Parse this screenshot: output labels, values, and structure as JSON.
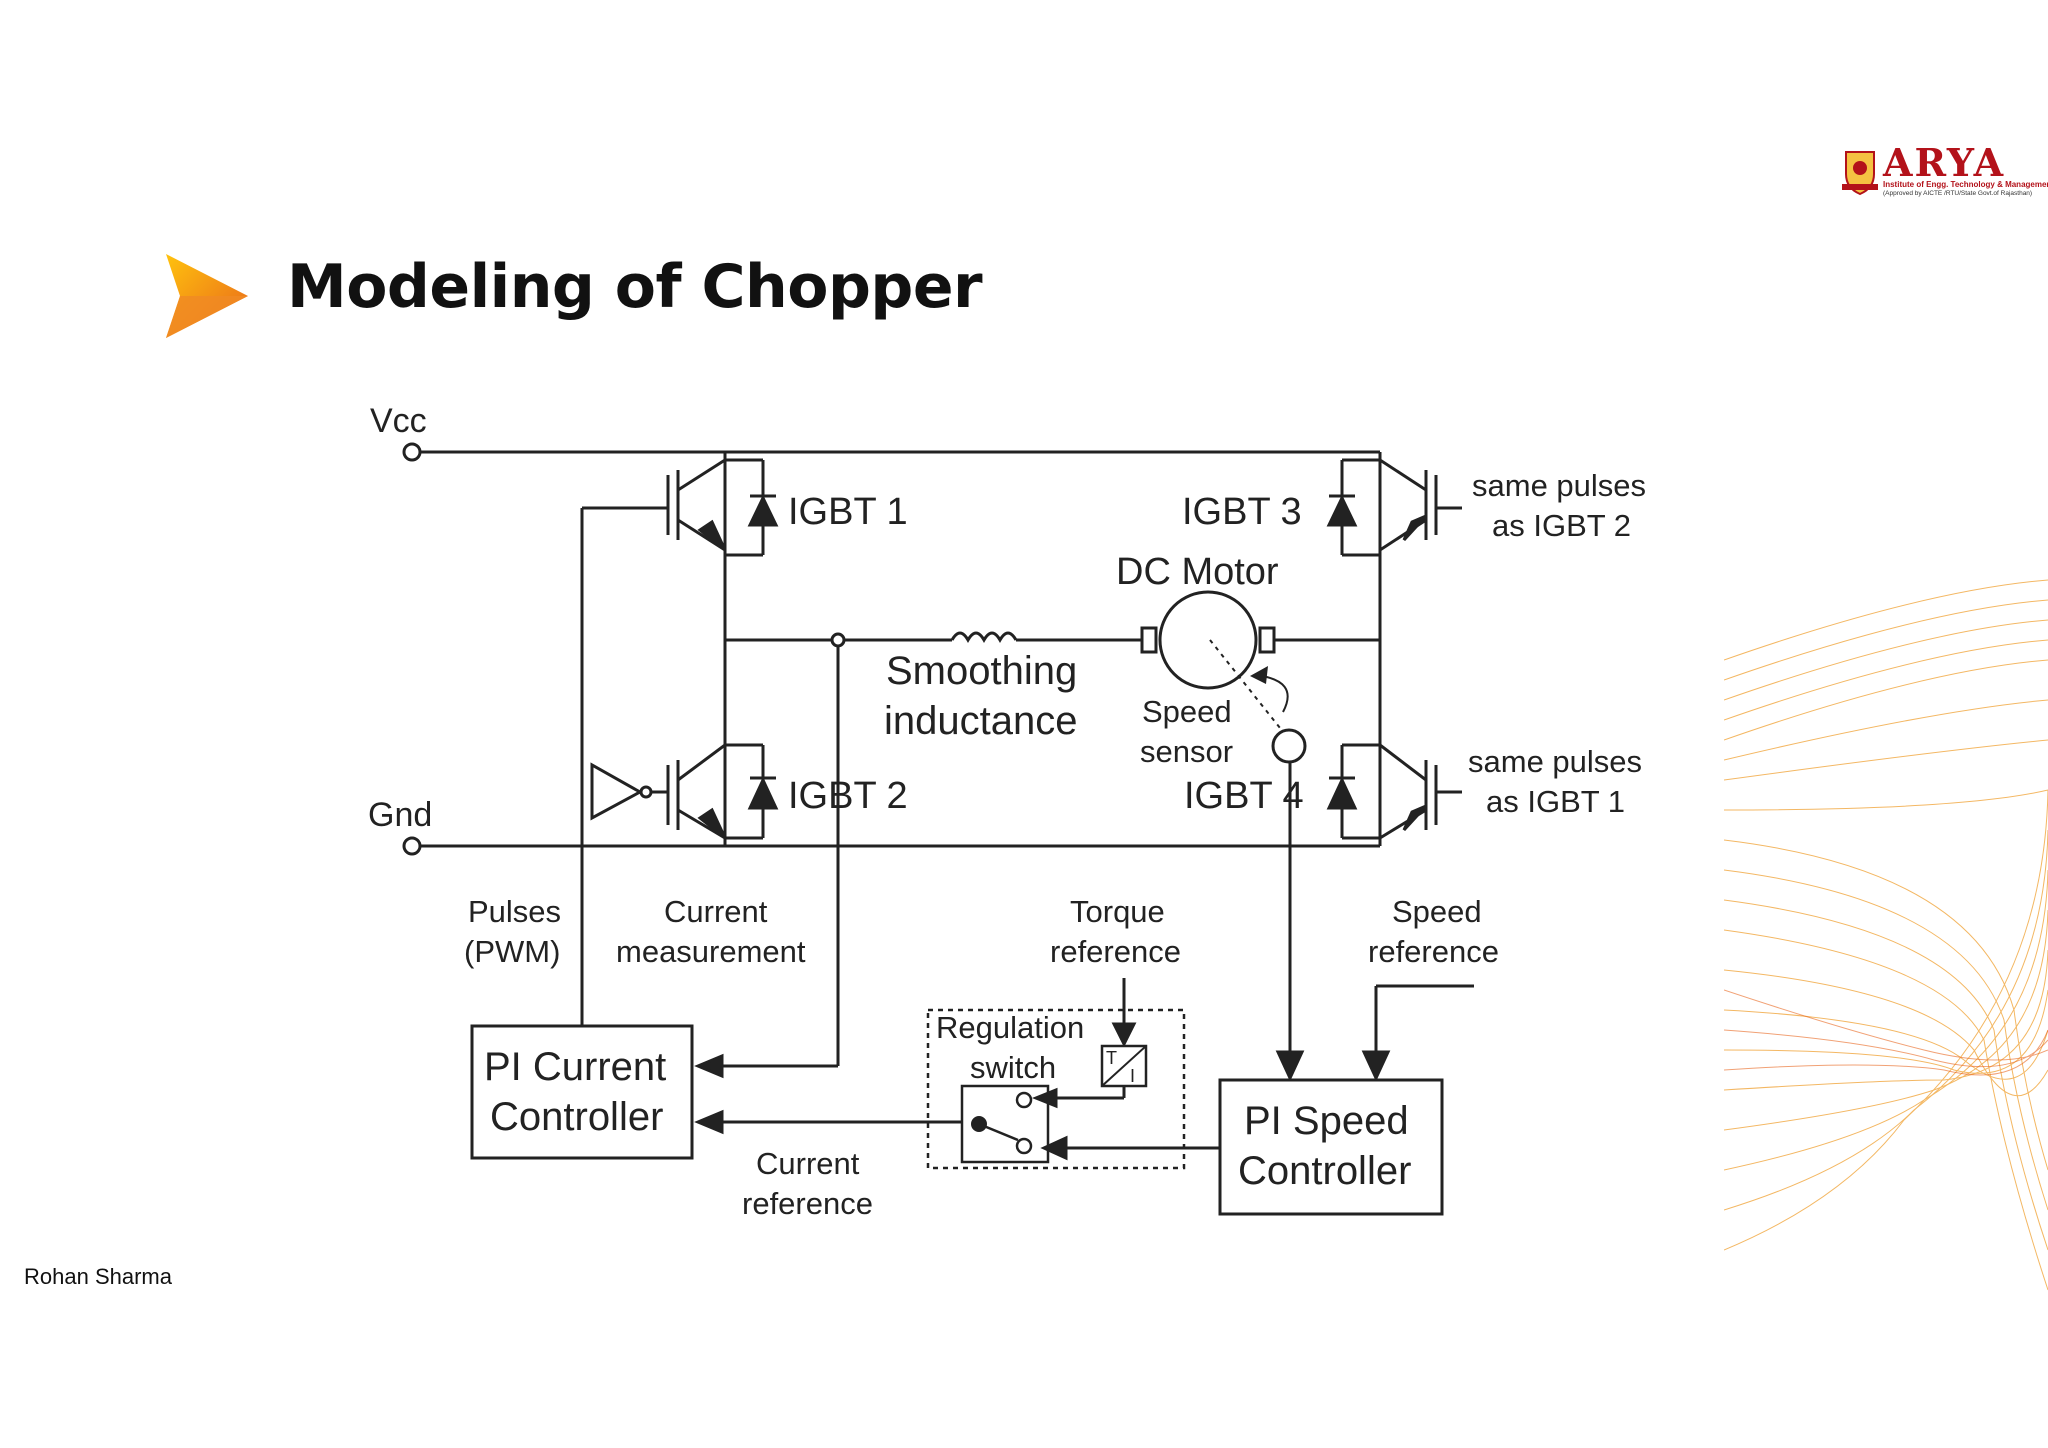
{
  "slide": {
    "title": "Modeling of Chopper",
    "footer": "Rohan Sharma"
  },
  "logo": {
    "name": "ARYA",
    "line1": "Institute of Engg. Technology & Management",
    "line2": "(Approved by AICTE /RTU/State Govt.of Rajasthan)"
  },
  "diagram": {
    "vcc": "Vcc",
    "gnd": "Gnd",
    "igbt1": "IGBT 1",
    "igbt2": "IGBT 2",
    "igbt3": "IGBT 3",
    "igbt4": "IGBT 4",
    "same_pulses_top_1": "same pulses",
    "same_pulses_top_2": "as IGBT 2",
    "same_pulses_bot_1": "same pulses",
    "same_pulses_bot_2": "as IGBT 1",
    "dc_motor": "DC Motor",
    "smoothing_1": "Smoothing",
    "smoothing_2": "inductance",
    "speed_sensor_1": "Speed",
    "speed_sensor_2": "sensor",
    "pulses_1": "Pulses",
    "pulses_2": "(PWM)",
    "current_meas_1": "Current",
    "current_meas_2": "measurement",
    "torque_ref_1": "Torque",
    "torque_ref_2": "reference",
    "speed_ref_1": "Speed",
    "speed_ref_2": "reference",
    "regulation_1": "Regulation",
    "regulation_2": "switch",
    "converter_top": "T",
    "converter_bot": "I",
    "pi_current_1": "PI Current",
    "pi_current_2": "Controller",
    "pi_speed_1": "PI Speed",
    "pi_speed_2": "Controller",
    "current_ref_1": "Current",
    "current_ref_2": "reference"
  },
  "colors": {
    "accent_orange": "#f39a1e",
    "accent_dark_orange": "#e8641b",
    "logo_red": "#b3121a"
  }
}
